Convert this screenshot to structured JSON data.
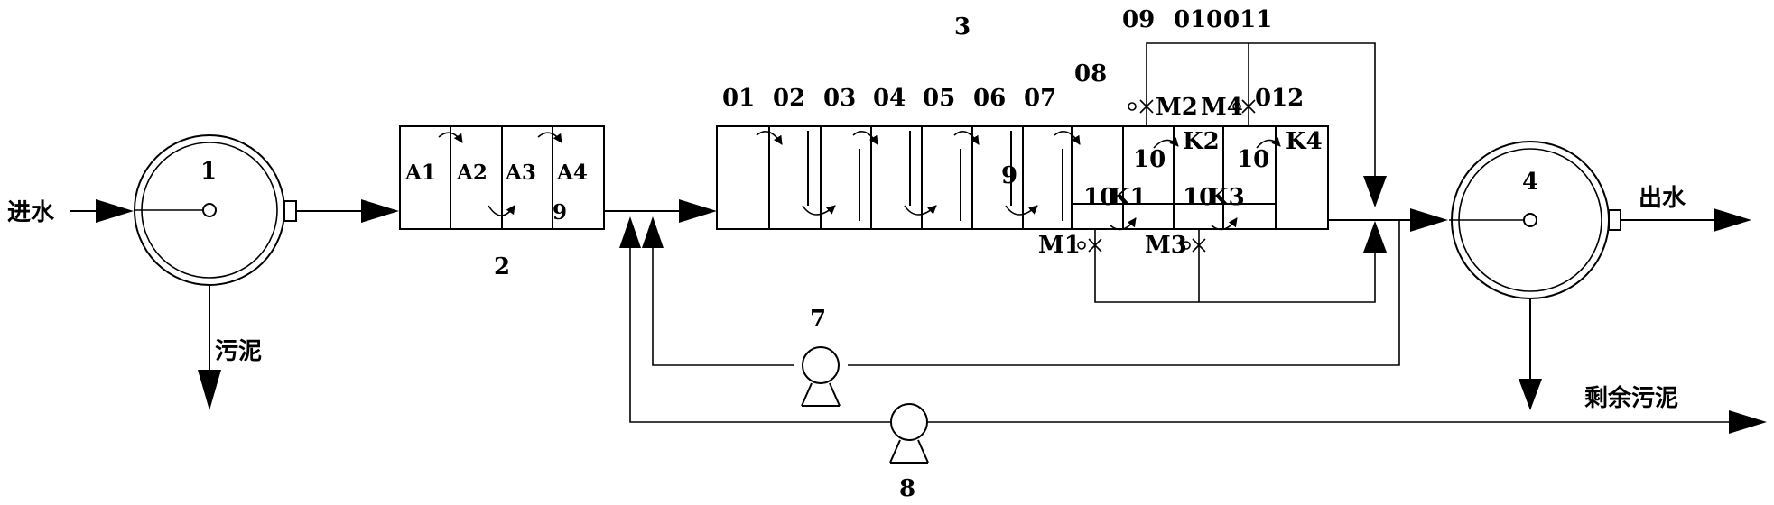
{
  "labels": {
    "clarifier_primary": "1",
    "tank_anaerobic": "2",
    "tank_main": "3",
    "clarifier_secondary": "4",
    "pump_return": "7",
    "pump_excess": "8",
    "inlet": "进水",
    "sludge": "污泥",
    "outlet": "出水",
    "excess_sludge": "剩余污泥",
    "anaerobic_cells": [
      "A1",
      "A2",
      "A3",
      "A4"
    ],
    "anaerobic_nine": "9",
    "main_cells": [
      "01",
      "02",
      "03",
      "04",
      "05",
      "06",
      "07",
      "08",
      "09",
      "010",
      "011",
      "012"
    ],
    "main_nine": "9",
    "valves_top": [
      "M2",
      "M4"
    ],
    "valves_bottom": [
      "M1",
      "M3"
    ],
    "chambers_k": [
      "K1",
      "K2",
      "K3",
      "K4"
    ],
    "tens": [
      "10",
      "10",
      "10",
      "10"
    ]
  }
}
